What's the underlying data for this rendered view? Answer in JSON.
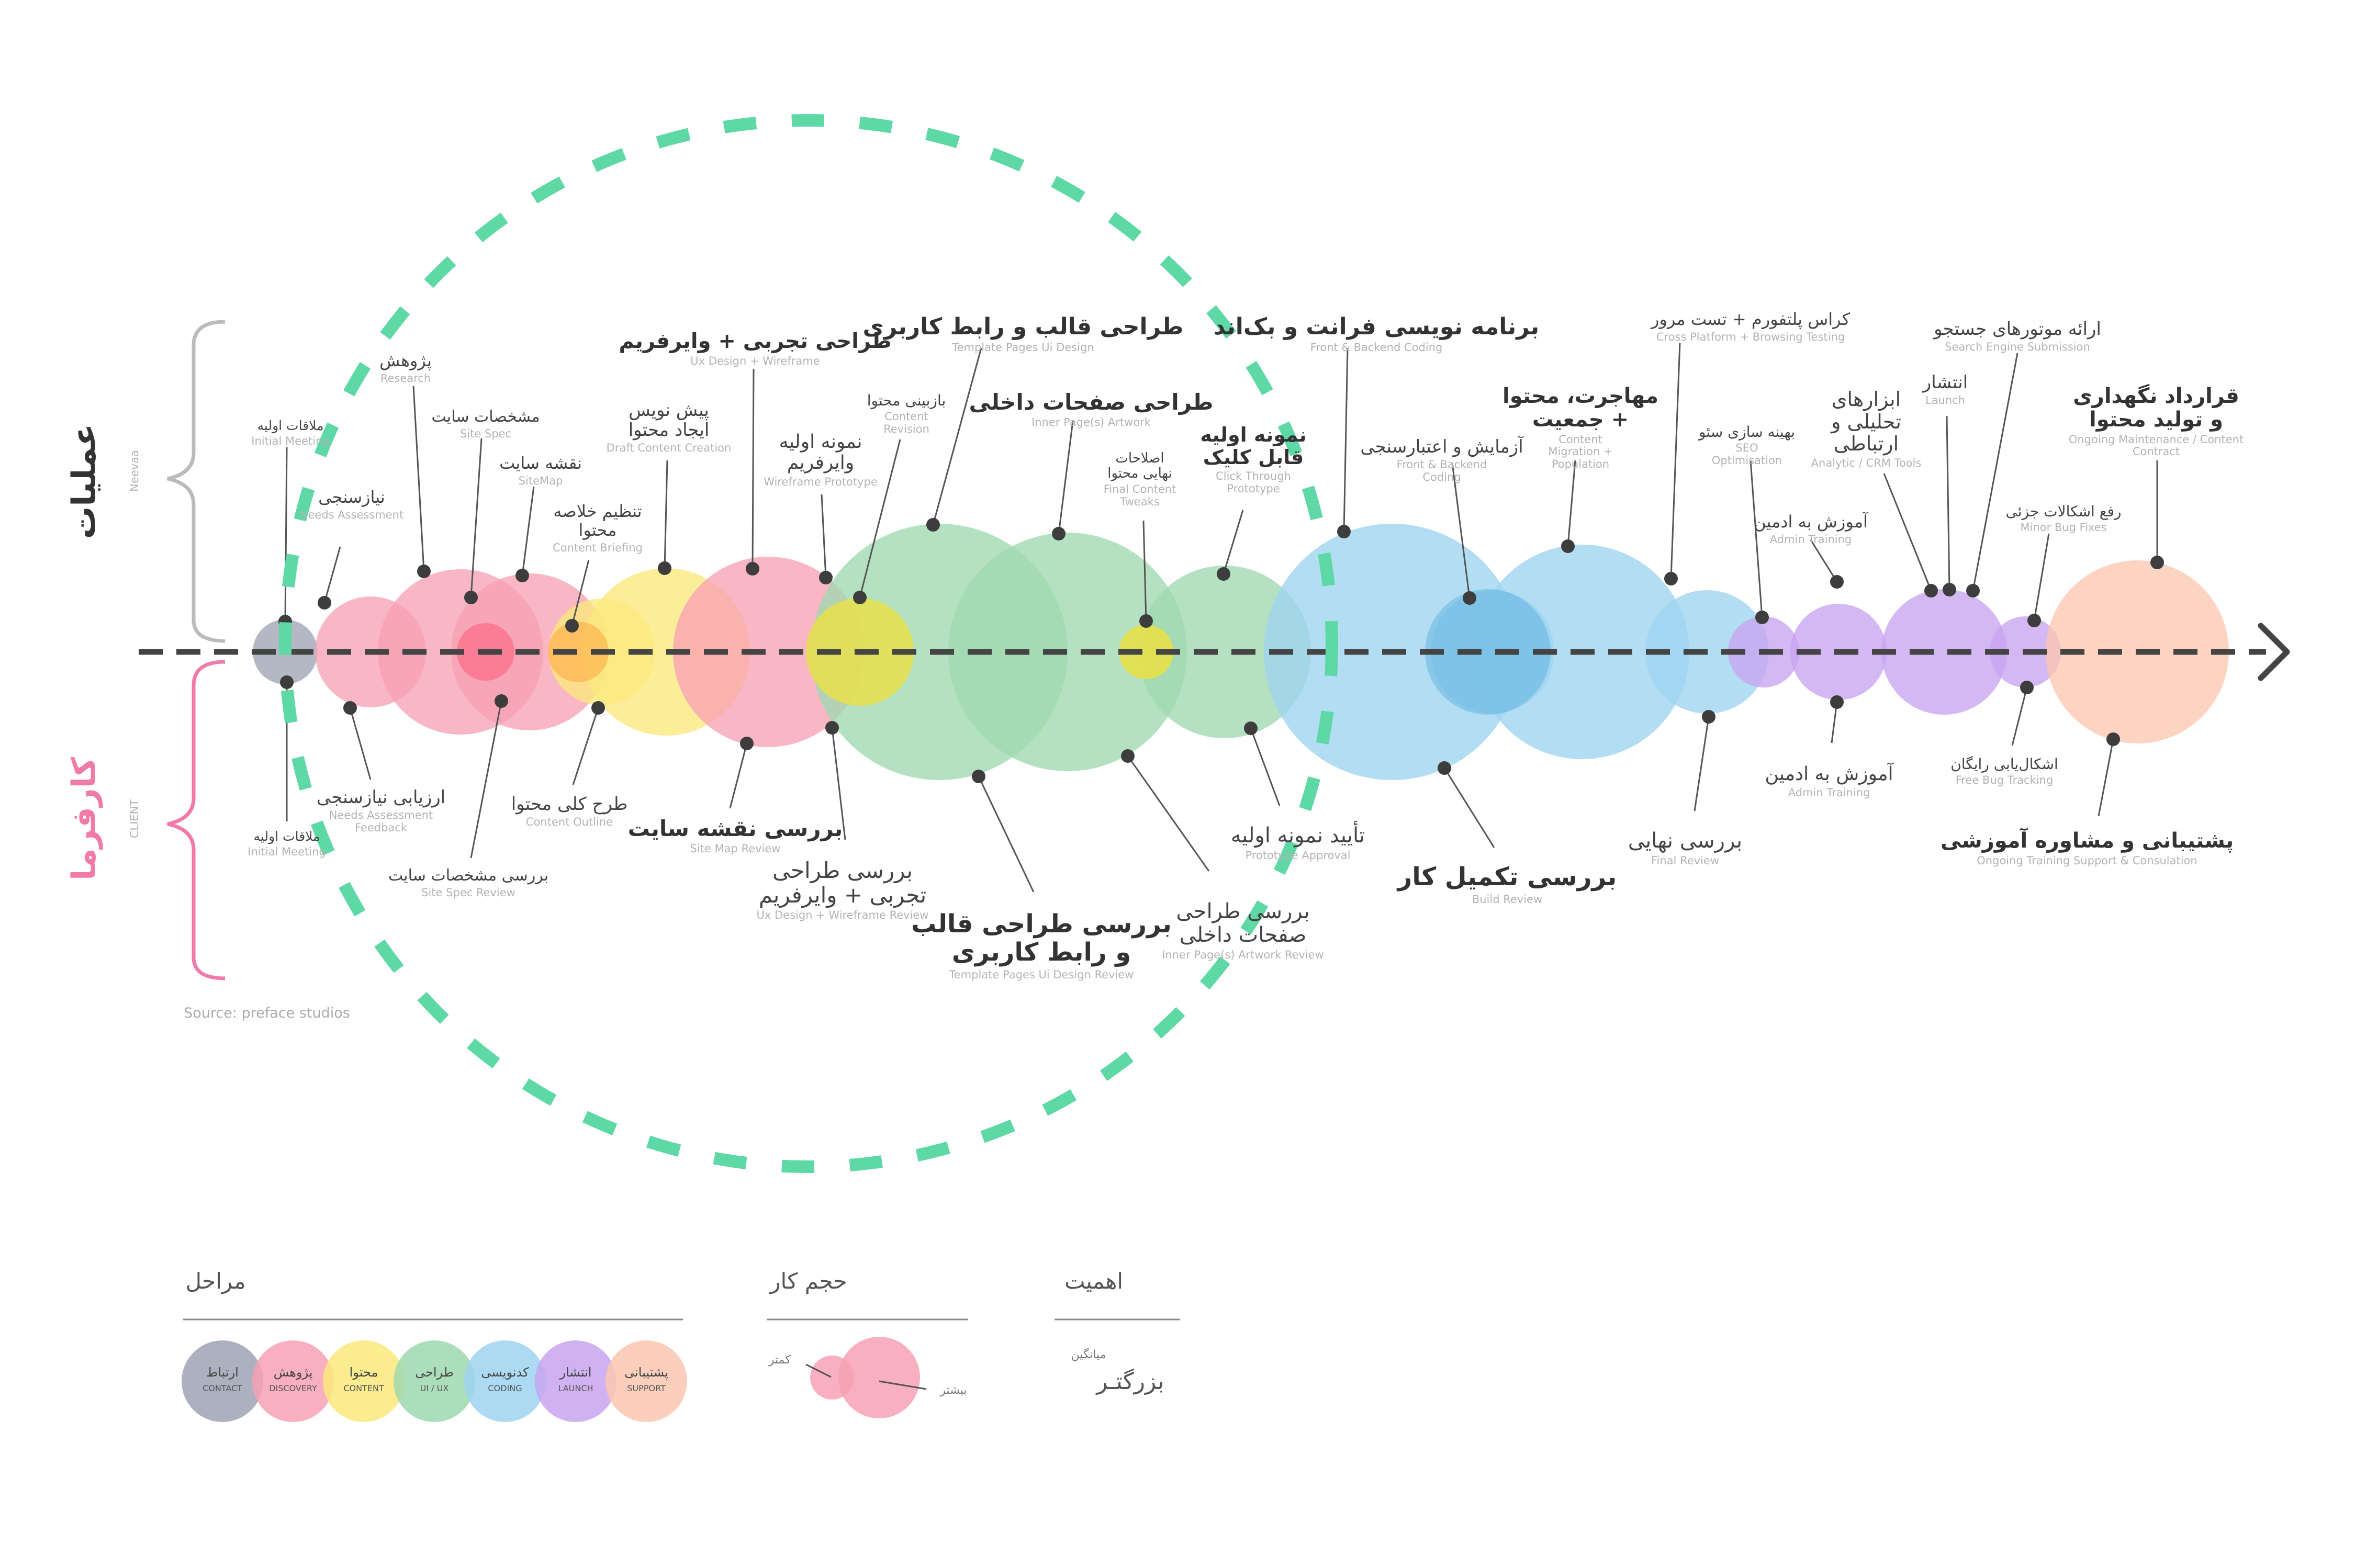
{
  "side_labels": {
    "operations": "عملیات",
    "operations_en": "Neevaa",
    "client": "کارفرما",
    "client_en": "CLIENT"
  },
  "source": "Source: preface studios",
  "top_labels": [
    {
      "fa": "ملاقات اولیه",
      "en": "Initial Meeting"
    },
    {
      "fa": "پژوهش",
      "en": "Research"
    },
    {
      "fa": "نیازسنجی",
      "en": "Needs Assessment"
    },
    {
      "fa": "مشخصات سایت",
      "en": "Site Spec"
    },
    {
      "fa": "نقشه سایت",
      "en": "SiteMap"
    },
    {
      "fa": "تنظیم خلاصه\nمحتوا",
      "en": "Content Briefing"
    },
    {
      "fa": "پیش نویس\nایجاد محتوا",
      "en": "Draft Content Creation"
    },
    {
      "fa": "طراحی تجربی + وایرفریم",
      "en": "Ux Design + Wireframe"
    },
    {
      "fa": "نمونه اولیه\nوایرفریم",
      "en": "Wireframe Prototype"
    },
    {
      "fa": "بازبینی محتوا",
      "en": "Content\nRevision"
    },
    {
      "fa": "طراحی قالب و رابط کاربری",
      "en": "Template Pages Ui Design"
    },
    {
      "fa": "طراحی صفحات داخلی",
      "en": "Inner Page(s) Artwork"
    },
    {
      "fa": "اصلاحات\nنهایی محتوا",
      "en": "Final Content\nTweaks"
    },
    {
      "fa": "نمونه اولیه\nقابل کلیک",
      "en": "Click Through\nPrototype"
    },
    {
      "fa": "برنامه نویسی فرانت و بک‌اند",
      "en": "Front & Backend Coding"
    },
    {
      "fa": "آزمایش و اعتبارسنجی",
      "en": "Front & Backend\nCoding"
    },
    {
      "fa": "مهاجرت، محتوا\n+ جمعیت",
      "en": "Content\nMigration +\nPopulation"
    },
    {
      "fa": "کراس پلتفورم + تست مرور",
      "en": "Cross Platform + Browsing Testing"
    },
    {
      "fa": "بهینه سازی سئو",
      "en": "SEO\nOptimisation"
    },
    {
      "fa": "ابزارهای\nتحلیلی و\nارتباطی",
      "en": "Analytic / CRM Tools"
    },
    {
      "fa": "آموزش به ادمین",
      "en": "Admin Training"
    },
    {
      "fa": "انتشار",
      "en": "Launch"
    },
    {
      "fa": "ارائه موتورهای جستجو",
      "en": "Search Engine Submission"
    },
    {
      "fa": "رفع اشکالات جزئی",
      "en": "Minor Bug Fixes"
    },
    {
      "fa": "قرارداد نگهداری\nو تولید محتوا",
      "en": "Ongoing Maintenance / Content\nContract"
    }
  ],
  "bottom_labels": [
    {
      "fa": "ملاقات اولیه",
      "en": "Initial Meeting"
    },
    {
      "fa": "ارزیابی نیازسنجی",
      "en": "Needs Assessment\nFeedback"
    },
    {
      "fa": "بررسی مشخصات سایت",
      "en": "Site Spec Review"
    },
    {
      "fa": "طرح کلی محتوا",
      "en": "Content Outline"
    },
    {
      "fa": "بررسی نقشه سایت",
      "en": "Site Map Review"
    },
    {
      "fa": "بررسی طراحی\nتجربی + وایرفریم",
      "en": "Ux Design + Wireframe Review"
    },
    {
      "fa": "بررسی طراحی قالب\nو رابط کاربری",
      "en": "Template Pages Ui Design Review"
    },
    {
      "fa": "بررسی طراحی\nصفحات داخلی",
      "en": "Inner Page(s) Artwork Review"
    },
    {
      "fa": "تأیید نمونه اولیه",
      "en": "Prototype Approval"
    },
    {
      "fa": "بررسی تکمیل کار",
      "en": "Build Review"
    },
    {
      "fa": "بررسی نهایی",
      "en": "Final Review"
    },
    {
      "fa": "آموزش به ادمین",
      "en": "Admin Training"
    },
    {
      "fa": "اشکال‌یابی رایگان",
      "en": "Free Bug Tracking"
    },
    {
      "fa": "پشتیبانی و مشاوره آموزشی",
      "en": "Ongoing Training Support & Consulation"
    }
  ],
  "legend": {
    "stages_title": "مراحل",
    "stages": [
      {
        "fa": "ارتباط",
        "en": "CONTACT",
        "color": "#9fa3b4"
      },
      {
        "fa": "پژوهش",
        "en": "DISCOVERY",
        "color": "#f7a1b4"
      },
      {
        "fa": "محتوا",
        "en": "CONTENT",
        "color": "#fbe97c"
      },
      {
        "fa": "طراحی",
        "en": "UI / UX",
        "color": "#9fd8af"
      },
      {
        "fa": "کدنویسی",
        "en": "CODING",
        "color": "#9dd3f0"
      },
      {
        "fa": "انتشار",
        "en": "LAUNCH",
        "color": "#c8a4f0"
      },
      {
        "fa": "پشتیبانی",
        "en": "SUPPORT",
        "color": "#fcc7b1"
      }
    ],
    "workload_title": "حجم کار",
    "workload_less": "کمتر",
    "workload_more": "بیشتر",
    "importance_title": "اهمیت",
    "importance_medium": "میانگین",
    "importance_large": "بزرگتـر"
  },
  "colors": {
    "contact": "#9fa3b4",
    "discovery": "#f7a1b4",
    "content": "#fbe97c",
    "design": "#9fd8af",
    "coding": "#9dd3f0",
    "launch": "#c8a4f0",
    "support": "#fcc7b1",
    "highlight": "#5ed8a4",
    "client_brace": "#f07aa8"
  }
}
